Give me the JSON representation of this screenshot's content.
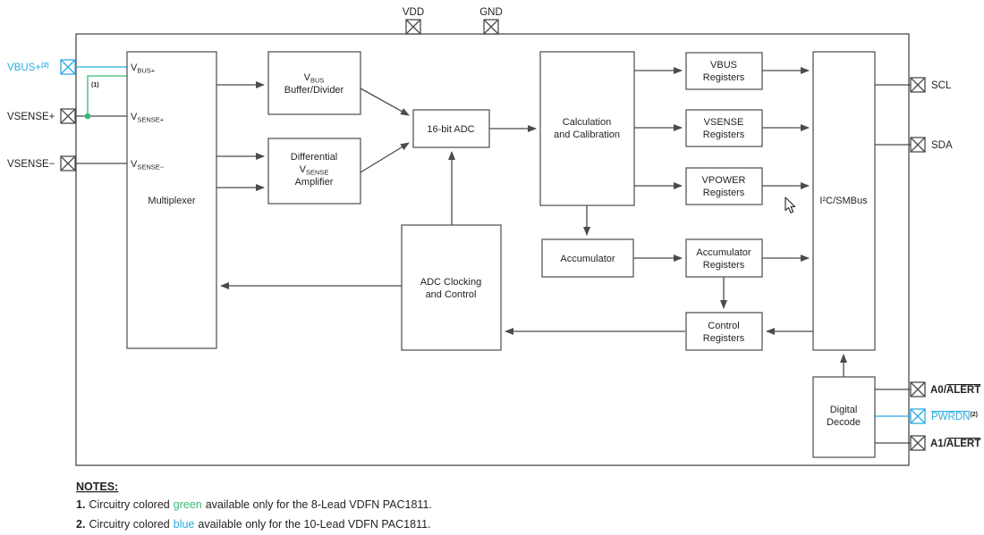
{
  "diagram": {
    "top_pins": [
      {
        "label": "VDD"
      },
      {
        "label": "GND"
      }
    ],
    "left_pins": [
      {
        "label": "VBUS+",
        "sup": "(2)"
      },
      {
        "label": "VSENSE+"
      },
      {
        "label": "VSENSE−"
      }
    ],
    "right_pins": [
      {
        "label": "SCL"
      },
      {
        "label": "SDA"
      },
      {
        "pre": "A0/",
        "over": "ALERT"
      },
      {
        "over": "PWRDN",
        "sup": "(2)"
      },
      {
        "pre": "A1/",
        "over": "ALERT"
      }
    ],
    "note_ref_1": "(1)",
    "blocks": {
      "multiplexer": {
        "title": "Multiplexer",
        "inputs": [
          {
            "main": "V",
            "sub": "BUS+"
          },
          {
            "main": "V",
            "sub": "SENSE+"
          },
          {
            "main": "V",
            "sub": "SENSE−"
          }
        ]
      },
      "vbus_buffer": {
        "line1_main": "V",
        "line1_sub": "BUS",
        "line2": "Buffer/Divider"
      },
      "diff_amp": {
        "line1": "Differential",
        "line2_main": "V",
        "line2_sub": "SENSE",
        "line3": "Amplifier"
      },
      "adc": {
        "title": "16-bit ADC"
      },
      "calc": {
        "line1": "Calculation",
        "line2": "and Calibration"
      },
      "vbus_regs": {
        "line1": "VBUS",
        "line2": "Registers"
      },
      "vsense_regs": {
        "line1": "VSENSE",
        "line2": "Registers"
      },
      "vpower_regs": {
        "line1": "VPOWER",
        "line2": "Registers"
      },
      "accumulator": {
        "title": "Accumulator"
      },
      "acc_regs": {
        "line1": "Accumulator",
        "line2": "Registers"
      },
      "ctrl_regs": {
        "line1": "Control",
        "line2": "Registers"
      },
      "adc_clocking": {
        "line1": "ADC Clocking",
        "line2": "and Control"
      },
      "i2c": {
        "title": "I²C/SMBus"
      },
      "digital_decode": {
        "line1": "Digital",
        "line2": "Decode"
      }
    },
    "colors": {
      "blue": "#29abe2",
      "green": "#3bb878",
      "line": "#4b4b4d"
    }
  },
  "notes": {
    "heading": "NOTES:",
    "n1": {
      "num": "1.",
      "pre": "Circuitry colored",
      "word": "green",
      "post": "available only for the 8-Lead VDFN PAC1811."
    },
    "n2": {
      "num": "2.",
      "pre": "Circuitry colored",
      "word": "blue",
      "post": "available only for the 10-Lead VDFN PAC1811."
    }
  }
}
